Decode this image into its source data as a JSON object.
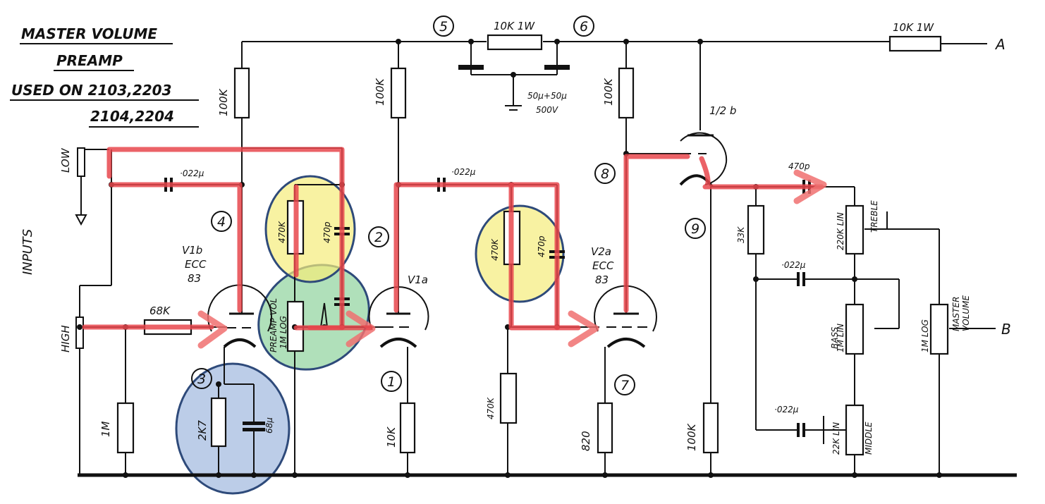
{
  "title": {
    "line1": "MASTER VOLUME",
    "line2": "PREAMP",
    "line3": "USED ON 2103,2203",
    "line4": "2104,2204"
  },
  "side_label": "INPUTS",
  "inputs": {
    "low": "LOW",
    "high": "HIGH"
  },
  "outputs": {
    "a": "A",
    "b": "B"
  },
  "node_numbers": [
    "1",
    "2",
    "3",
    "4",
    "5",
    "6",
    "7",
    "8",
    "9"
  ],
  "tubes": {
    "v1b": {
      "line1": "V1b",
      "line2": "ECC",
      "line3": "83"
    },
    "v1a": "V1a",
    "v2a": {
      "line1": "V2a",
      "line2": "ECC",
      "line3": "83"
    },
    "v2b": "1/2 b"
  },
  "components": {
    "r_100k_1": "100K",
    "r_100k_2": "100K",
    "r_100k_3": "100K",
    "r_10k_1w_top": "10K 1W",
    "r_10k_1w_right": "10K 1W",
    "psu_caps": {
      "line1": "50µ+50µ",
      "line2": "500V"
    },
    "c_022_low": "·022µ",
    "c_022_mid": "·022µ",
    "r_68k": "68K",
    "r_1m": "1M",
    "r_2k7": "2K7",
    "c_68u": "68µ",
    "r_470k_1": "470K",
    "c_470p_1": "470p",
    "preamp_vol": {
      "line1": "PREAMP VOL",
      "line2": "1M LOG"
    },
    "r_10k": "10K",
    "r_470k_2": "470K",
    "c_470p_2": "470p",
    "r_470k_3": "470K",
    "r_820": "820",
    "r_100k_cf": "100K",
    "r_33k": "33K",
    "c_470p_tone": "470p",
    "c_022_tone": "·022µ",
    "treble": {
      "line1": "TREBLE",
      "line2": "220K LIN"
    },
    "bass": {
      "line1": "BASS",
      "line2": "1M LIN"
    },
    "c_022_mid2": "·022µ",
    "middle": {
      "line1": "22K LIN",
      "line2": "MIDDLE"
    },
    "master": {
      "line1": "1M LOG",
      "line2": "MASTER",
      "line3": "VOLUME"
    }
  },
  "highlight_colors": {
    "signal_path": "#e8474c",
    "yellow_zone": "#f5ec7a",
    "green_zone": "#7ccc8c",
    "blue_zone": "#90acd8",
    "zone_outline": "#2e4a7a"
  }
}
